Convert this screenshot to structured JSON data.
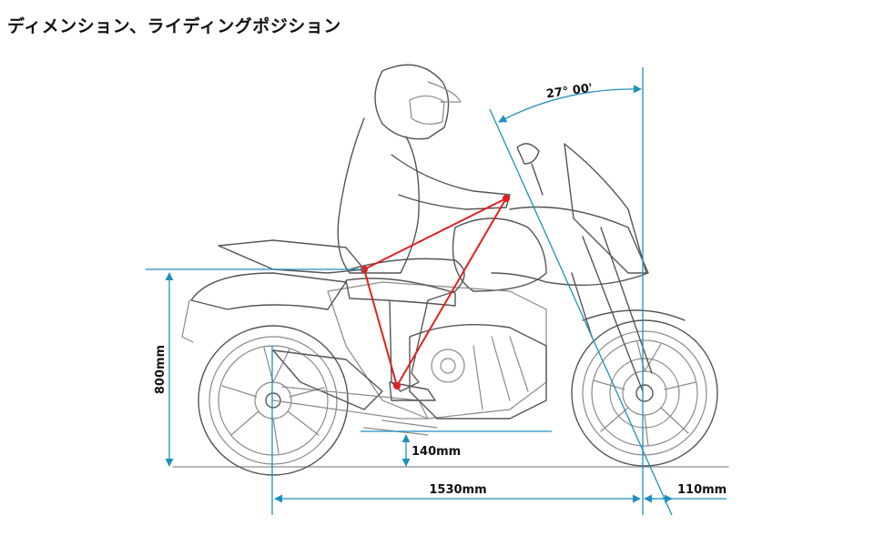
{
  "title": "ディメンション、ライディングポジション",
  "dimensions": {
    "seat_height": "800mm",
    "ground_clearance": "140mm",
    "wheelbase": "1530mm",
    "trail": "110mm",
    "caster_angle": "27° 00'"
  },
  "colors": {
    "dimension_lines": "#1f8fbf",
    "ergonomic_triangle": "#e0201f",
    "sketch": "#8a8a8a"
  }
}
